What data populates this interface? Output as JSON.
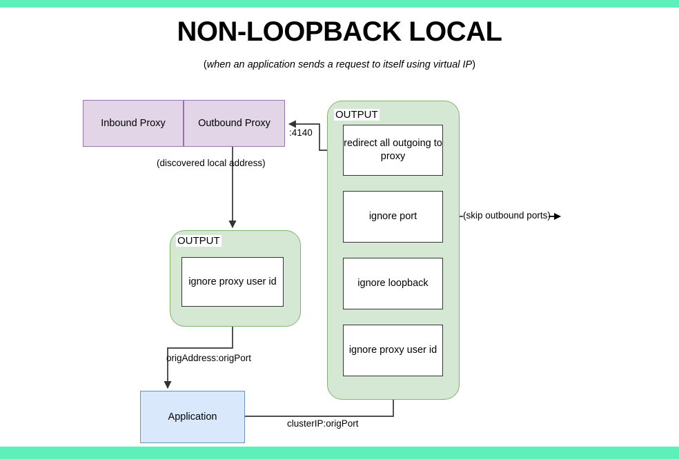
{
  "theme": {
    "accent_bar": "#5ef0bb",
    "purple_fill": "#e1d5e7",
    "purple_stroke": "#9673a6",
    "green_fill": "#d5e8d4",
    "green_stroke": "#82b366",
    "blue_fill": "#dae8fc",
    "blue_stroke": "#6c8ebf",
    "node_stroke": "#333333",
    "text": "#000000"
  },
  "header": {
    "title": "NON-LOOPBACK LOCAL",
    "subtitle_prefix": "(",
    "subtitle_italic": "when an application sends a request to itself using virtual IP",
    "subtitle_suffix": ")"
  },
  "proxy": {
    "inbound_label": "Inbound Proxy",
    "outbound_label": "Outbound Proxy"
  },
  "groups": {
    "left_label": "OUTPUT",
    "right_label": "OUTPUT"
  },
  "nodes": {
    "left_ignore_proxy_user_id": "ignore proxy user id",
    "redirect_all_outgoing": "redirect all outgoing to proxy",
    "ignore_port": "ignore port",
    "ignore_loopback": "ignore loopback",
    "ignore_proxy_user_id": "ignore proxy user id",
    "application": "Application"
  },
  "edge_labels": {
    "port_4140": ":4140",
    "discovered_local_address": "(discovered local address)",
    "skip_outbound_ports": "(skip outbound ports)",
    "orig_address_port": "origAddress:origPort",
    "cluster_ip_orig_port": "clusterIP:origPort"
  }
}
